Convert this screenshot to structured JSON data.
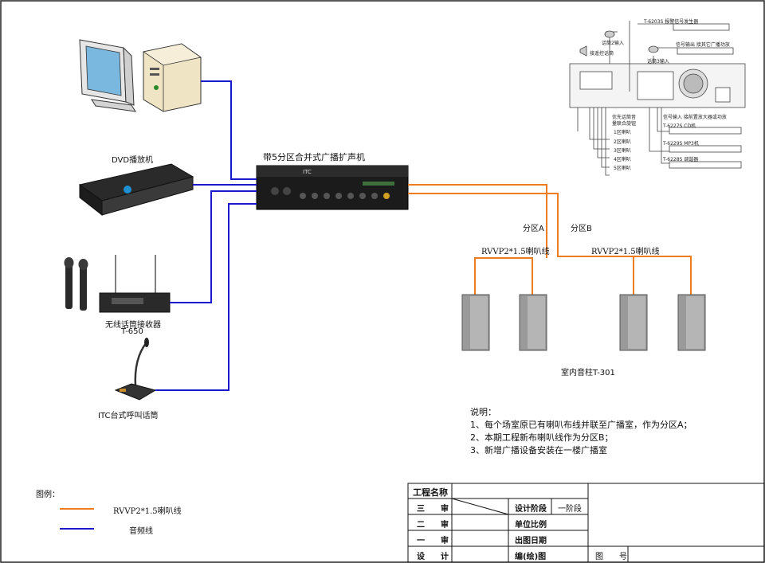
{
  "diagram": {
    "amp_title": "带5分区合并式广播扩声机",
    "amp_brand": "ITC",
    "dvd_label": "DVD播放机",
    "wireless_label": "无线话筒接收器",
    "wireless_model": "T-650",
    "desk_mic_label": "ITC台式呼叫话筒",
    "zone_a": "分区A",
    "zone_b": "分区B",
    "cable_a": "RVVP2*1.5喇叭线",
    "cable_b": "RVVP2*1.5喇叭线",
    "speaker_label": "室内音柱T-301"
  },
  "inset": {
    "t6203s": "T-6203S 报警信号发生器",
    "mic2": "话筒2输入",
    "mic3": "话筒3输入",
    "signal_out": "信号输出 接其它广播功放",
    "remote_mic": "接遥控话筒",
    "priority": "优先话筒音",
    "volume": "量联合旋钮",
    "signal_in": "信号输入 接前置放大器或功放",
    "zones": [
      "1区喇叭",
      "2区喇叭",
      "3区喇叭",
      "4区喇叭",
      "5区喇叭"
    ],
    "t6227s": "T-6227S CD机",
    "t6229s": "T-6229S MP3机",
    "t6228s": "T-6228S 调谐器"
  },
  "notes": {
    "heading": "说明：",
    "items": [
      "1、每个场室原已有喇叭布线并联至广播室，作为分区A；",
      "2、本期工程新布喇叭线作为分区B；",
      "3、新增广播设备安装在一楼广播室"
    ]
  },
  "legend": {
    "title": "图例：",
    "items": [
      {
        "label": "RVVP2*1.5喇叭线",
        "color": "#f07c1e"
      },
      {
        "label": "音频线",
        "color": "#1a1acc"
      }
    ]
  },
  "title_block": {
    "project_name": "工程名称",
    "row1_left": "三　　审",
    "row2_left": "二　　审",
    "row3_left": "一　　审",
    "row4_left": "设　　计",
    "design_phase": "设计阶段",
    "design_phase_value": "一阶段",
    "scale": "单位比例",
    "date": "出图日期",
    "drawn": "编(绘)图",
    "drawing_no": "图　　号"
  },
  "colors": {
    "speaker_line": "#f07c1e",
    "audio_line": "#1a1acc"
  }
}
